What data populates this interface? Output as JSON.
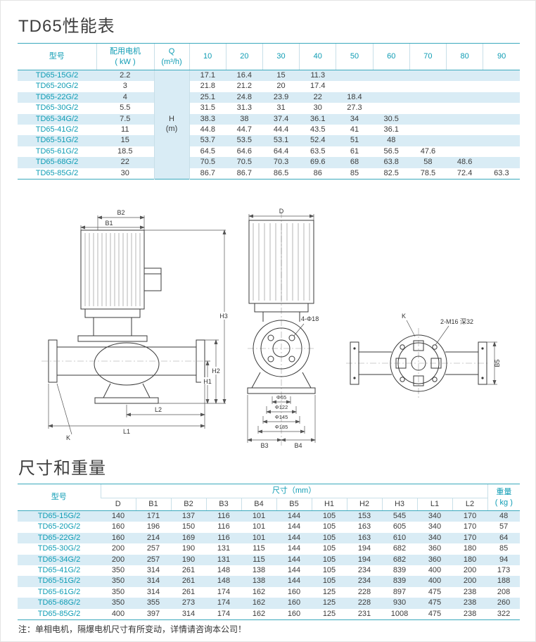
{
  "colors": {
    "accent": "#0e9cb4",
    "row-alt": "#d9ecf5",
    "rule": "#3aa9bd",
    "grid": "#c8dfe8",
    "drawing-line": "#3a3a3a"
  },
  "titles": {
    "performance": "TD65性能表",
    "dimensions": "尺寸和重量"
  },
  "note": "注：单相电机，隔爆电机尺寸有所变动，详情请咨询本公司！",
  "performance_table": {
    "model_header": "型号",
    "motor_header_line1": "配用电机",
    "motor_header_line2": "( kW )",
    "q_header_line1": "Q",
    "q_header_line2": "(m³/h)",
    "h_cell_line1": "H",
    "h_cell_line2": "(m)",
    "flow_columns": [
      "10",
      "20",
      "30",
      "40",
      "50",
      "60",
      "70",
      "80",
      "90"
    ],
    "rows": [
      {
        "model": "TD65-15G/2",
        "kw": "2.2",
        "heads": [
          "17.1",
          "16.4",
          "15",
          "11.3",
          "",
          "",
          "",
          "",
          ""
        ]
      },
      {
        "model": "TD65-20G/2",
        "kw": "3",
        "heads": [
          "21.8",
          "21.2",
          "20",
          "17.4",
          "",
          "",
          "",
          "",
          ""
        ]
      },
      {
        "model": "TD65-22G/2",
        "kw": "4",
        "heads": [
          "25.1",
          "24.8",
          "23.9",
          "22",
          "18.4",
          "",
          "",
          "",
          ""
        ]
      },
      {
        "model": "TD65-30G/2",
        "kw": "5.5",
        "heads": [
          "31.5",
          "31.3",
          "31",
          "30",
          "27.3",
          "",
          "",
          "",
          ""
        ]
      },
      {
        "model": "TD65-34G/2",
        "kw": "7.5",
        "heads": [
          "38.3",
          "38",
          "37.4",
          "36.1",
          "34",
          "30.5",
          "",
          "",
          ""
        ]
      },
      {
        "model": "TD65-41G/2",
        "kw": "11",
        "heads": [
          "44.8",
          "44.7",
          "44.4",
          "43.5",
          "41",
          "36.1",
          "",
          "",
          ""
        ]
      },
      {
        "model": "TD65-51G/2",
        "kw": "15",
        "heads": [
          "53.7",
          "53.5",
          "53.1",
          "52.4",
          "51",
          "48",
          "",
          "",
          ""
        ]
      },
      {
        "model": "TD65-61G/2",
        "kw": "18.5",
        "heads": [
          "64.5",
          "64.6",
          "64.4",
          "63.5",
          "61",
          "56.5",
          "47.6",
          "",
          ""
        ]
      },
      {
        "model": "TD65-68G/2",
        "kw": "22",
        "heads": [
          "70.5",
          "70.5",
          "70.3",
          "69.6",
          "68",
          "63.8",
          "58",
          "48.6",
          ""
        ]
      },
      {
        "model": "TD65-85G/2",
        "kw": "30",
        "heads": [
          "86.7",
          "86.7",
          "86.5",
          "86",
          "85",
          "82.5",
          "78.5",
          "72.4",
          "63.3"
        ]
      }
    ]
  },
  "drawings": {
    "left": {
      "b2": "B2",
      "b1": "B1",
      "h3": "H3",
      "h2": "H2",
      "h1": "H1",
      "l2": "L2",
      "l1": "L1",
      "k": "K"
    },
    "middle": {
      "d": "D",
      "bolt": "4-Φ18",
      "d1": "Φ65",
      "d2": "Φ122",
      "d3": "Φ145",
      "d4": "Φ185",
      "b3": "B3",
      "b4": "B4"
    },
    "right": {
      "k": "K",
      "tap": "2-M16 深32",
      "b5": "B5"
    }
  },
  "dimension_table": {
    "model_header": "型号",
    "size_header": "尺寸（mm）",
    "weight_header_line1": "重量",
    "weight_header_line2": "( kg )",
    "columns": [
      "D",
      "B1",
      "B2",
      "B3",
      "B4",
      "B5",
      "H1",
      "H2",
      "H3",
      "L1",
      "L2"
    ],
    "rows": [
      {
        "model": "TD65-15G/2",
        "values": [
          "140",
          "171",
          "137",
          "116",
          "101",
          "144",
          "105",
          "153",
          "545",
          "340",
          "170"
        ],
        "weight": "48"
      },
      {
        "model": "TD65-20G/2",
        "values": [
          "160",
          "196",
          "150",
          "116",
          "101",
          "144",
          "105",
          "163",
          "605",
          "340",
          "170"
        ],
        "weight": "57"
      },
      {
        "model": "TD65-22G/2",
        "values": [
          "160",
          "214",
          "169",
          "116",
          "101",
          "144",
          "105",
          "163",
          "610",
          "340",
          "170"
        ],
        "weight": "64"
      },
      {
        "model": "TD65-30G/2",
        "values": [
          "200",
          "257",
          "190",
          "131",
          "115",
          "144",
          "105",
          "194",
          "682",
          "360",
          "180"
        ],
        "weight": "85"
      },
      {
        "model": "TD65-34G/2",
        "values": [
          "200",
          "257",
          "190",
          "131",
          "115",
          "144",
          "105",
          "194",
          "682",
          "360",
          "180"
        ],
        "weight": "94"
      },
      {
        "model": "TD65-41G/2",
        "values": [
          "350",
          "314",
          "261",
          "148",
          "138",
          "144",
          "105",
          "234",
          "839",
          "400",
          "200"
        ],
        "weight": "173"
      },
      {
        "model": "TD65-51G/2",
        "values": [
          "350",
          "314",
          "261",
          "148",
          "138",
          "144",
          "105",
          "234",
          "839",
          "400",
          "200"
        ],
        "weight": "188"
      },
      {
        "model": "TD65-61G/2",
        "values": [
          "350",
          "314",
          "261",
          "174",
          "162",
          "160",
          "125",
          "228",
          "897",
          "475",
          "238"
        ],
        "weight": "208"
      },
      {
        "model": "TD65-68G/2",
        "values": [
          "350",
          "355",
          "273",
          "174",
          "162",
          "160",
          "125",
          "228",
          "930",
          "475",
          "238"
        ],
        "weight": "260"
      },
      {
        "model": "TD65-85G/2",
        "values": [
          "400",
          "397",
          "314",
          "174",
          "162",
          "160",
          "125",
          "231",
          "1008",
          "475",
          "238"
        ],
        "weight": "322"
      }
    ]
  }
}
